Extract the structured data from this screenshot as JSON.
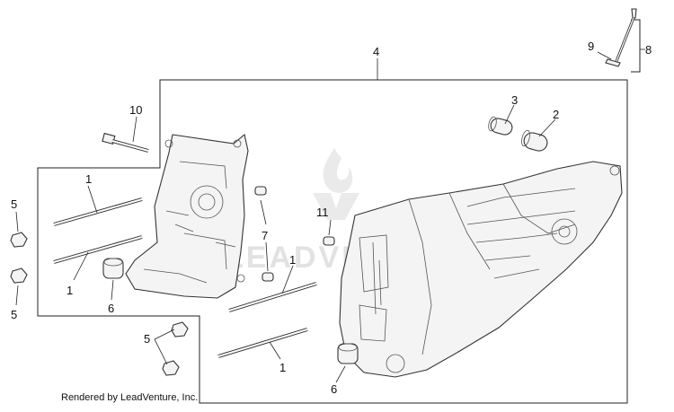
{
  "diagram": {
    "footer_text": "Rendered by LeadVenture, Inc.",
    "watermark_text": "LEADVENTURE",
    "callouts": {
      "c1a": "1",
      "c1b": "1",
      "c1c": "1",
      "c1d": "1",
      "c2": "2",
      "c3": "3",
      "c4": "4",
      "c5a": "5",
      "c5b": "5",
      "c5c": "5",
      "c6a": "6",
      "c6b": "6",
      "c7": "7",
      "c8": "8",
      "c9": "9",
      "c10": "10",
      "c11": "11"
    }
  }
}
